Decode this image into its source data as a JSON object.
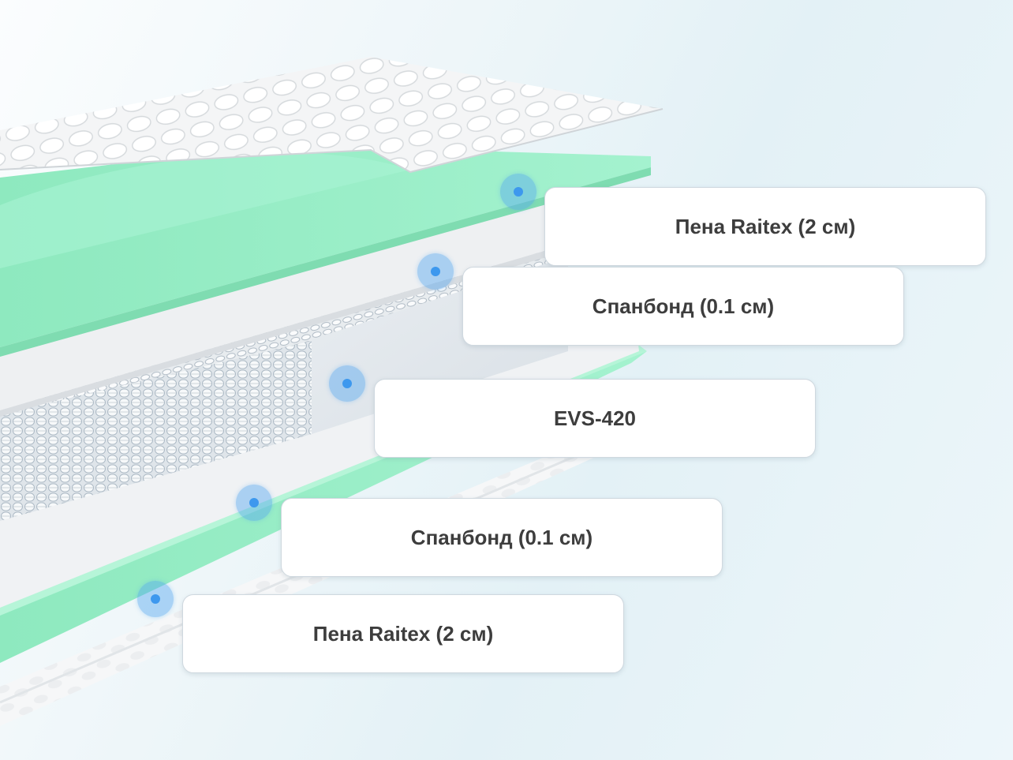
{
  "layers": [
    {
      "label": "Пена Raitex (2 см)"
    },
    {
      "label": "Спанбонд (0.1 см)"
    },
    {
      "label": "EVS-420"
    },
    {
      "label": "Спанбонд (0.1 см)"
    },
    {
      "label": "Пена Raitex (2 см)"
    }
  ],
  "colors": {
    "foam": "#9cf0c8",
    "foam_edge": "#7fe0b6",
    "spunbond": "#eceff1",
    "springs": "#c9d2da",
    "marker": "#54a6f0",
    "label_text": "#3d3d3d"
  }
}
